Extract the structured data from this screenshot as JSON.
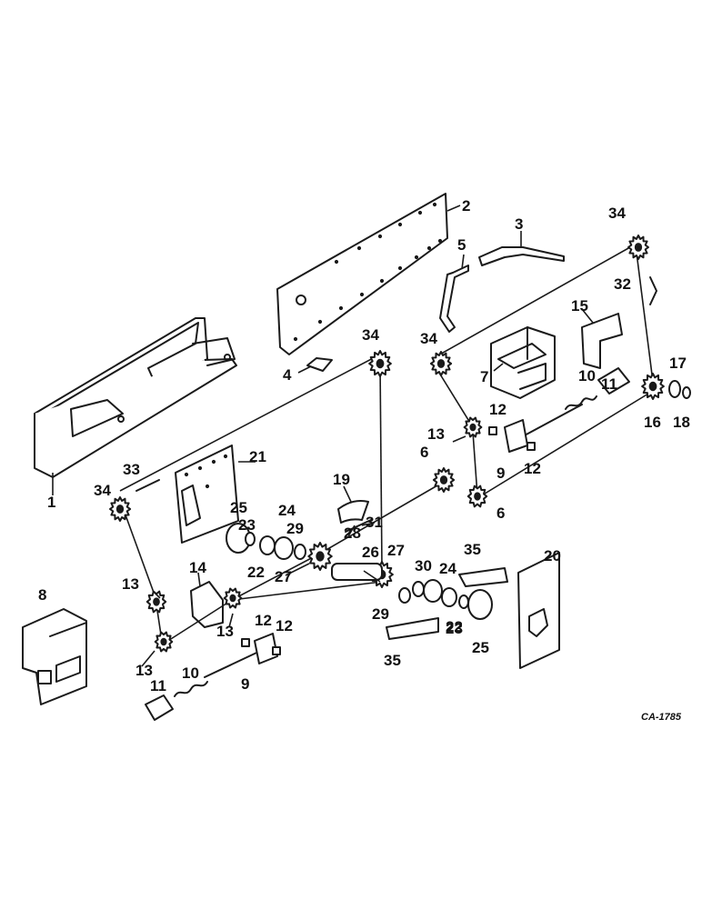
{
  "diagram": {
    "drawing_code": "CA-1785",
    "callouts": [
      "1",
      "2",
      "3",
      "4",
      "5",
      "6",
      "6",
      "7",
      "8",
      "9",
      "9",
      "10",
      "10",
      "11",
      "11",
      "12",
      "12",
      "12",
      "12",
      "13",
      "13",
      "13",
      "13",
      "14",
      "15",
      "16",
      "17",
      "18",
      "19",
      "20",
      "21",
      "22",
      "22",
      "23",
      "23",
      "24",
      "24",
      "25",
      "25",
      "26",
      "27",
      "27",
      "28",
      "29",
      "29",
      "30",
      "31",
      "32",
      "33",
      "34",
      "34",
      "34",
      "34",
      "35",
      "35"
    ]
  }
}
